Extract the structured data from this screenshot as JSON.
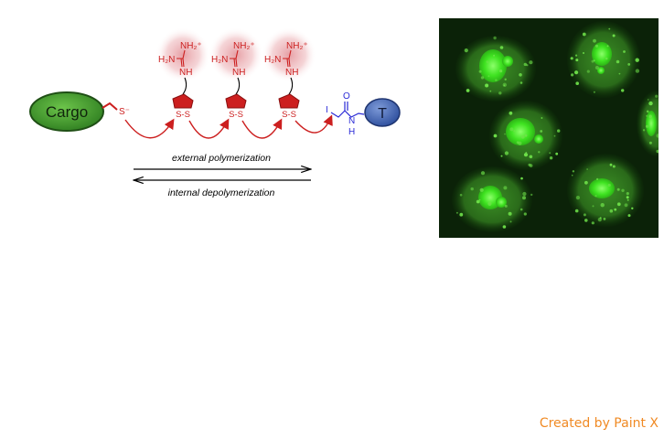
{
  "scheme": {
    "cargo_label": "Cargo",
    "thiolate_label": "S⁻",
    "guanidinium": {
      "nh2_plus": "NH₂⁺",
      "h2n": "H₂N",
      "nh": "NH"
    },
    "disulfide_label": "S-S",
    "iodide_label": "I",
    "carbonyl_o_label": "O",
    "amide_n_label": "N",
    "amide_h_label": "H",
    "terminator_label": "T",
    "forward_arrow_label": "external polymerization",
    "reverse_arrow_label": "internal depolymerization"
  },
  "micrograph": {
    "description_name": "fluorescence-micrograph"
  },
  "watermark": {
    "text": "Created by Paint X"
  },
  "colors": {
    "cargo_fill": "#3f9b2e",
    "cargo_stroke": "#1f4f15",
    "polymer_red": "#cc1f1f",
    "halo": "#e7a9ad",
    "amide_blue": "#2a2ad6",
    "terminator_fill": "#3f64b8",
    "micro_bg": "#0b2d08",
    "micro_cell": "#2f7a1c",
    "micro_nucleus": "#4cff2a",
    "watermark": "#f08a24"
  }
}
